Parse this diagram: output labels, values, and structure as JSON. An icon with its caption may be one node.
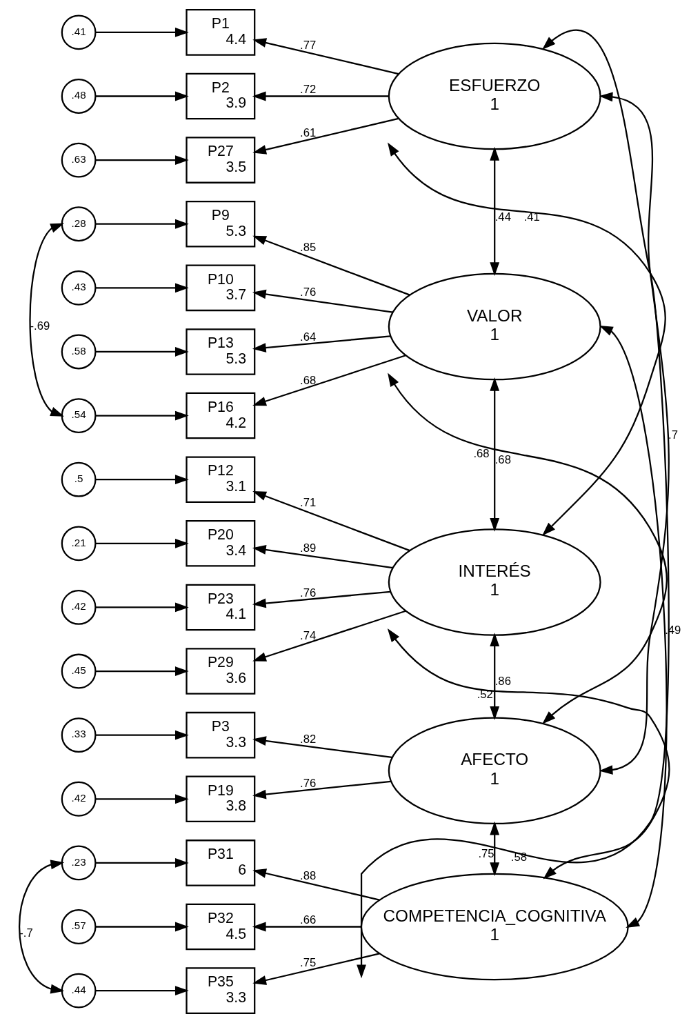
{
  "diagram": {
    "nodes": [
      {
        "text": [
          ".41"
        ]
      },
      {
        "text": [
          "P1",
          "4.4"
        ]
      },
      {
        "text": [
          ".48"
        ]
      },
      {
        "text": [
          "P2",
          "3.9"
        ]
      },
      {
        "text": [
          ".63"
        ]
      },
      {
        "text": [
          "P27",
          "3.5"
        ]
      },
      {
        "text": [
          "ESFUERZO",
          "1"
        ]
      },
      {
        "text": [
          ".28"
        ]
      },
      {
        "text": [
          "P9",
          "5.3"
        ]
      },
      {
        "text": [
          ".43"
        ]
      },
      {
        "text": [
          "P10",
          "3.7"
        ]
      },
      {
        "text": [
          ".58"
        ]
      },
      {
        "text": [
          "P13",
          "5.3"
        ]
      },
      {
        "text": [
          ".54"
        ]
      },
      {
        "text": [
          "P16",
          "4.2"
        ]
      },
      {
        "text": [
          "VALOR",
          "1"
        ]
      },
      {
        "text": [
          ".5"
        ]
      },
      {
        "text": [
          "P12",
          "3.1"
        ]
      },
      {
        "text": [
          ".21"
        ]
      },
      {
        "text": [
          "P20",
          "3.4"
        ]
      },
      {
        "text": [
          ".42"
        ]
      },
      {
        "text": [
          "P23",
          "4.1"
        ]
      },
      {
        "text": [
          ".45"
        ]
      },
      {
        "text": [
          "P29",
          "3.6"
        ]
      },
      {
        "text": [
          "INTERÉS",
          "1"
        ]
      },
      {
        "text": [
          ".33"
        ]
      },
      {
        "text": [
          "P3",
          "3.3"
        ]
      },
      {
        "text": [
          ".42"
        ]
      },
      {
        "text": [
          "P19",
          "3.8"
        ]
      },
      {
        "text": [
          "AFECTO",
          "1"
        ]
      },
      {
        "text": [
          ".23"
        ]
      },
      {
        "text": [
          "P31",
          "6"
        ]
      },
      {
        "text": [
          ".57"
        ]
      },
      {
        "text": [
          "P32",
          "4.5"
        ]
      },
      {
        "text": [
          ".44"
        ]
      },
      {
        "text": [
          "P35",
          "3.3"
        ]
      },
      {
        "text": [
          "COMPETENCIA_COGNITIVA",
          "1"
        ]
      }
    ],
    "edges": [
      {
        "from": 0,
        "to": 1,
        "arrow": "to"
      },
      {
        "from": 2,
        "to": 3,
        "arrow": "to"
      },
      {
        "from": 4,
        "to": 5,
        "arrow": "to"
      },
      {
        "from": 6,
        "to": 1,
        "arrow": "to",
        "label": ".77"
      },
      {
        "from": 6,
        "to": 3,
        "arrow": "to",
        "label": ".72"
      },
      {
        "from": 6,
        "to": 5,
        "arrow": "to",
        "label": ".61"
      },
      {
        "from": 7,
        "to": 8,
        "arrow": "to"
      },
      {
        "from": 9,
        "to": 10,
        "arrow": "to"
      },
      {
        "from": 11,
        "to": 12,
        "arrow": "to"
      },
      {
        "from": 13,
        "to": 14,
        "arrow": "to"
      },
      {
        "from": 15,
        "to": 8,
        "arrow": "to",
        "label": ".85"
      },
      {
        "from": 15,
        "to": 10,
        "arrow": "to",
        "label": ".76"
      },
      {
        "from": 15,
        "to": 12,
        "arrow": "to",
        "label": ".64"
      },
      {
        "from": 15,
        "to": 14,
        "arrow": "to",
        "label": ".68"
      },
      {
        "from": 7,
        "to": 13,
        "arrow": "both",
        "label": "-.69"
      },
      {
        "from": 16,
        "to": 17,
        "arrow": "to"
      },
      {
        "from": 18,
        "to": 19,
        "arrow": "to"
      },
      {
        "from": 20,
        "to": 21,
        "arrow": "to"
      },
      {
        "from": 22,
        "to": 23,
        "arrow": "to"
      },
      {
        "from": 24,
        "to": 17,
        "arrow": "to",
        "label": ".71"
      },
      {
        "from": 24,
        "to": 19,
        "arrow": "to",
        "label": ".89"
      },
      {
        "from": 24,
        "to": 21,
        "arrow": "to",
        "label": ".76"
      },
      {
        "from": 24,
        "to": 23,
        "arrow": "to",
        "label": ".74"
      },
      {
        "from": 25,
        "to": 26,
        "arrow": "to"
      },
      {
        "from": 27,
        "to": 28,
        "arrow": "to"
      },
      {
        "from": 29,
        "to": 26,
        "arrow": "to",
        "label": ".82"
      },
      {
        "from": 29,
        "to": 28,
        "arrow": "to",
        "label": ".76"
      },
      {
        "from": 30,
        "to": 31,
        "arrow": "to"
      },
      {
        "from": 32,
        "to": 33,
        "arrow": "to"
      },
      {
        "from": 34,
        "to": 35,
        "arrow": "to"
      },
      {
        "from": 36,
        "to": 31,
        "arrow": "to",
        "label": ".88"
      },
      {
        "from": 36,
        "to": 33,
        "arrow": "to",
        "label": ".66"
      },
      {
        "from": 36,
        "to": 35,
        "arrow": "to",
        "label": ".75"
      },
      {
        "from": 30,
        "to": 34,
        "arrow": "both",
        "label": "-.7"
      },
      {
        "from": 6,
        "to": 15,
        "arrow": "both",
        "label": ".44"
      },
      {
        "from": 6,
        "to": 24,
        "arrow": "both",
        "label": ".41"
      },
      {
        "from": 6,
        "to": 29,
        "arrow": "both",
        "label": ".7"
      },
      {
        "from": 6,
        "to": 36,
        "arrow": "both",
        "label": ".58"
      },
      {
        "from": 15,
        "to": 24,
        "arrow": "both",
        "label": ".68"
      },
      {
        "from": 15,
        "to": 29,
        "arrow": "both",
        "label": ".68"
      },
      {
        "from": 15,
        "to": 36,
        "arrow": "both",
        "label": ".49"
      },
      {
        "from": 24,
        "to": 29,
        "arrow": "both",
        "label": ".86"
      },
      {
        "from": 24,
        "to": 36,
        "arrow": "both",
        "label": ".52"
      },
      {
        "from": 29,
        "to": 36,
        "arrow": "both",
        "label": ".75"
      }
    ]
  }
}
